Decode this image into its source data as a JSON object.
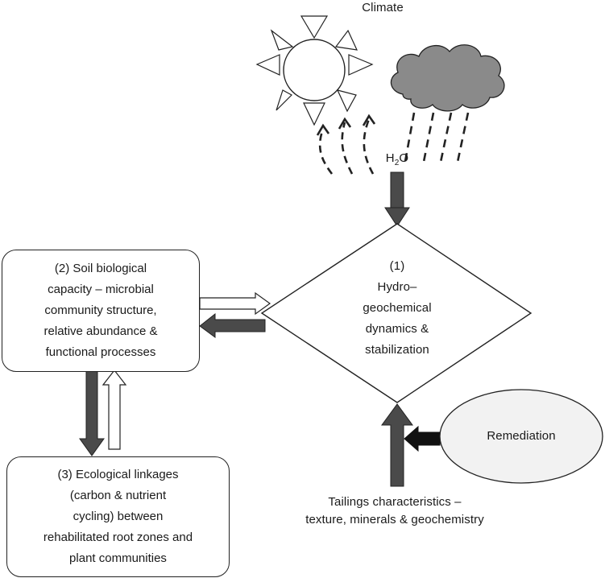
{
  "climate": {
    "label": "Climate",
    "water_label_main": "H",
    "water_label_sub": "2",
    "water_label_tail": "O"
  },
  "diamond": {
    "lines": [
      "(1)",
      "Hydro–",
      "geochemical",
      "dynamics &",
      "stabilization"
    ]
  },
  "soil_box": {
    "lines": [
      "(2) Soil biological",
      "capacity – microbial",
      "community structure,",
      "relative abundance &",
      "functional  processes"
    ]
  },
  "ecology_box": {
    "lines": [
      "(3) Ecological linkages",
      "(carbon & nutrient",
      "cycling) between",
      "rehabilitated root zones and",
      "plant communities"
    ]
  },
  "remediation": {
    "label": "Remediation"
  },
  "tailings": {
    "lines": [
      "Tailings characteristics –",
      "texture, minerals & geochemistry"
    ]
  },
  "colors": {
    "dark_arrow": "#4a4a4a",
    "cloud": "#8a8a8a",
    "ellipse_fill": "#f2f2f2",
    "outline": "#222222"
  }
}
